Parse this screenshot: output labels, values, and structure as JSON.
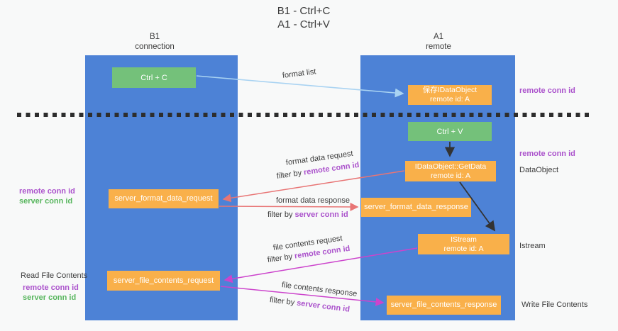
{
  "title": {
    "line1": "B1 - Ctrl+C",
    "line2": "A1 - Ctrl+V"
  },
  "lanes": {
    "b1": {
      "title": "B1",
      "subtitle": "connection"
    },
    "a1": {
      "title": "A1",
      "subtitle": "remote"
    }
  },
  "boxes": {
    "ctrl_c": {
      "label": "Ctrl + C"
    },
    "ctrl_v": {
      "label": "Ctrl + V"
    },
    "save_dataobject": {
      "line1": "保存IDataObject",
      "line2": "remote id: A"
    },
    "getdata": {
      "line1": "IDataObject::GetData",
      "line2": "remote id: A"
    },
    "istream": {
      "line1": "IStream",
      "line2": "remote id: A"
    },
    "server_format_data_request": {
      "label": "server_format_data_request"
    },
    "server_format_data_response": {
      "label": "server_format_data_response"
    },
    "server_file_contents_request": {
      "label": "server_file_contents_request"
    },
    "server_file_contents_response": {
      "label": "server_file_contents_response"
    }
  },
  "annotations": {
    "right": {
      "remote_conn_id_top": "remote conn id",
      "remote_conn_id_mid": "remote conn id",
      "dataobject": "DataObject",
      "istream": "Istream",
      "write_file_contents": "Write File Contents"
    },
    "left": {
      "remote_conn_id_mid": "remote conn id",
      "server_conn_id_mid": "server conn id",
      "read_file_contents": "Read File Contents",
      "remote_conn_id_bottom": "remote conn id",
      "server_conn_id_bottom": "server conn id"
    }
  },
  "flow_labels": {
    "format_list": "format list",
    "format_data_request": {
      "title": "format data request",
      "filter_prefix": "filter by ",
      "filter_key": "remote conn id"
    },
    "format_data_response": {
      "title": "format data response",
      "filter_prefix": "filter by ",
      "filter_key": "server conn id"
    },
    "file_contents_request": {
      "title": "file contents request",
      "filter_prefix": "filter by ",
      "filter_key": "remote conn id"
    },
    "file_contents_response": {
      "title": "file contents response",
      "filter_prefix": "filter by ",
      "filter_key": "server conn id"
    }
  },
  "colors": {
    "lane_blue": "#4d82d6",
    "box_green": "#74c17a",
    "box_orange": "#f9b04a",
    "accent_purple": "#ab53cc",
    "accent_green": "#58b65e",
    "arrow_salmon": "#e87575",
    "arrow_magenta": "#cc44cc",
    "arrow_lightblue": "#a9d3f2",
    "arrow_black": "#333333",
    "dash_black": "#2d2d2d"
  }
}
